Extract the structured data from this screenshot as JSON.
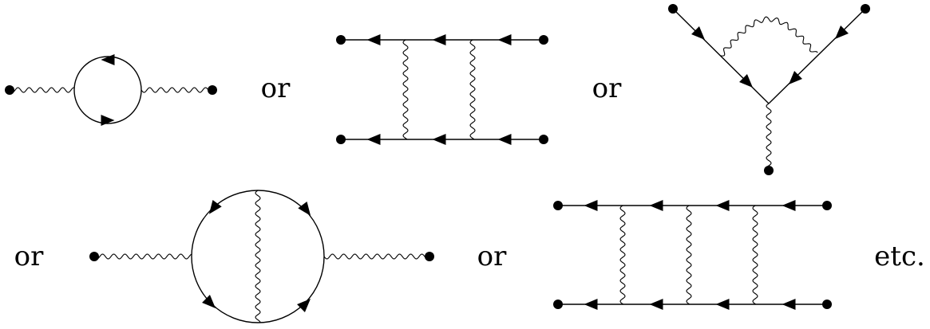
{
  "connectors": [
    "or",
    "or",
    "or",
    "or",
    "etc."
  ],
  "colors": {
    "ink": "#000000",
    "background": "#ffffff"
  }
}
